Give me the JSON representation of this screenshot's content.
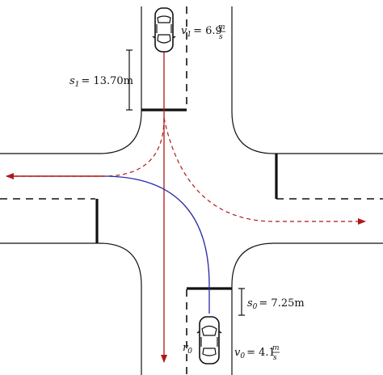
{
  "labels": {
    "v1": {
      "var": "v",
      "sub": "1",
      "value": "= 6.9",
      "num": "m",
      "den": "s"
    },
    "s1": {
      "var": "s",
      "sub": "1",
      "value": "= 13.70m"
    },
    "s0": {
      "var": "s",
      "sub": "0",
      "value": "= 7.25m"
    },
    "v0": {
      "var": "v",
      "sub": "0",
      "value": "= 4.1",
      "num": "m",
      "den": "s"
    },
    "r0": {
      "var": "r",
      "sub": "0"
    }
  },
  "colors": {
    "road_line": "#111111",
    "red_path": "#b01818",
    "blue_path": "#2a2aa8",
    "car_body": "#ffffff",
    "car_outline": "#111111"
  },
  "icons": [
    "car-icon",
    "car-icon"
  ]
}
